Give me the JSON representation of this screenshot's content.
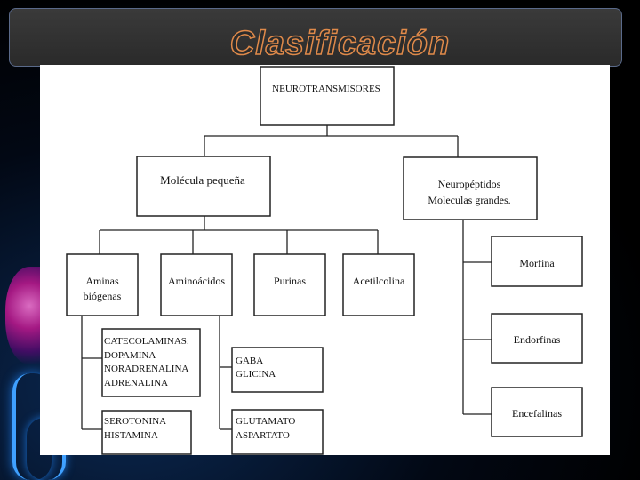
{
  "title": "Clasificación",
  "diagram": {
    "root": "NEUROTRANSMISORES",
    "small": "Molécula pequeña",
    "neuro": [
      "Neuropéptidos",
      "Moleculas grandes."
    ],
    "aminas": [
      "Aminas",
      "biógenas"
    ],
    "aminoacidos": "Aminoácidos",
    "purinas": "Purinas",
    "acetilcolina": "Acetilcolina",
    "catecolaminas": [
      "CATECOLAMINAS:",
      "DOPAMINA",
      "NORADRENALINA",
      "ADRENALINA"
    ],
    "serotonina": [
      "SEROTONINA",
      "HISTAMINA"
    ],
    "gaba": [
      "GABA",
      "GLICINA"
    ],
    "glutamato": [
      "GLUTAMATO",
      "ASPARTATO"
    ],
    "morfina": "Morfina",
    "endorfinas": "Endorfinas",
    "encefalinas": "Encefalinas"
  }
}
